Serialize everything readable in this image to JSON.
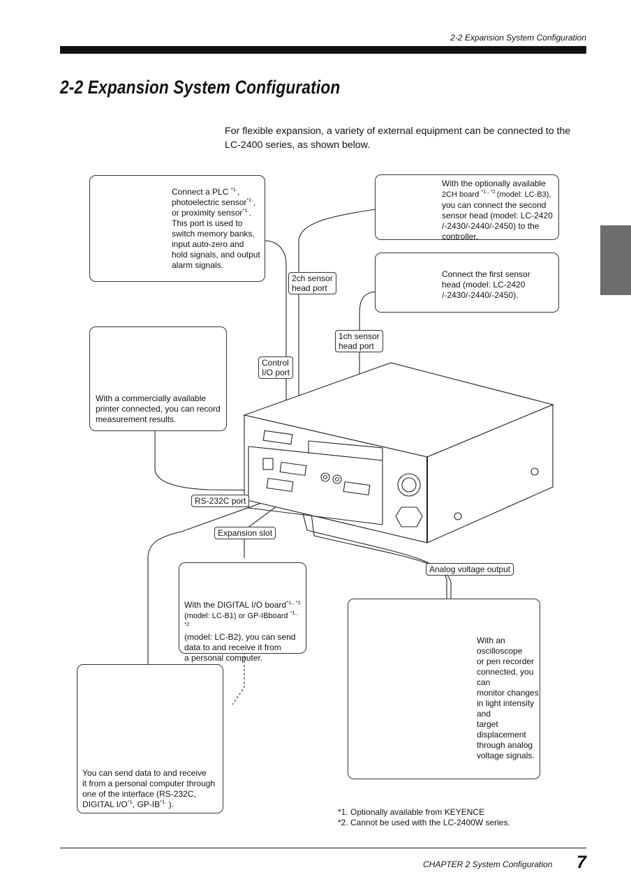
{
  "header": {
    "running_title": "2-2  Expansion System Configuration",
    "page_title": "2-2   Expansion System Configuration"
  },
  "intro": "For flexible expansion, a variety of external equipment can be connected to the LC-2400 series, as shown below.",
  "callouts": {
    "plc": {
      "l1": "Connect a PLC ",
      "s1": "*1.",
      "l1b": ",",
      "l2": "photoelectric sensor",
      "s2": "*1.",
      "l2b": ",",
      "l3": "or proximity sensor",
      "s3": "*1.",
      "l3b": ".",
      "l4": "This port is used to",
      "l5": "switch memory banks,",
      "l6": "input auto-zero and",
      "l7": "hold signals, and output",
      "l8": "alarm signals."
    },
    "sensor2": {
      "l1": "With the optionally available",
      "l2": "2CH board ",
      "s2": "*1., *2.",
      "l2b": "(model: LC-B3),",
      "l3": "you can connect the second",
      "l4": "sensor head  (model: LC-2420",
      "l5": "/-2430/-2440/-2450) to the",
      "l6": "controller."
    },
    "sensor1": {
      "l1": "Connect the first sensor",
      "l2": "head  (model: LC-2420",
      "l3": "/-2430/-2440/-2450)."
    },
    "printer": {
      "l1": "With a commercially available",
      "l2": "printer connected, you can record",
      "l3": "measurement results."
    },
    "digital": {
      "l1": "With the DIGITAL I/O board",
      "s1": "*1., *2.",
      "l2": "(model: LC-B1) or GP-IBboard ",
      "s2": "*1., *2.",
      "l3": "(model: LC-B2), you can send",
      "l4": "data to and receive it from",
      "l5": "a personal computer."
    },
    "oscillo": {
      "l1": "With an oscilloscope",
      "l2": "or pen recorder",
      "l3": "connected, you can",
      "l4": "monitor changes",
      "l5": "in light intensity and",
      "l6": "target displacement",
      "l7": "through analog",
      "l8": "voltage signals."
    },
    "pc": {
      "l1": "You can send data to and receive",
      "l2": "it from a personal computer through",
      "l3": "one of the interface (RS-232C,",
      "l4": "DIGITAL I/O",
      "s4": "*1",
      "l4b": ", GP-IB",
      "s4b": "*1.",
      "l4c": " )."
    }
  },
  "port_labels": {
    "head2_l1": "2ch sensor",
    "head2_l2": "head port",
    "head1_l1": "1ch sensor",
    "head1_l2": "head port",
    "control_l1": "Control",
    "control_l2": "I/O port",
    "rs232c": "RS-232C port",
    "expansion": "Expansion slot",
    "analog": "Analog voltage output"
  },
  "footnotes": {
    "n1": "*1. Optionally available from KEYENCE",
    "n2": "*2. Cannot be used with the LC-2400W series."
  },
  "footer": {
    "chapter": "CHAPTER 2  System Configuration",
    "page_number": "7"
  },
  "colors": {
    "ink": "#111111",
    "tab_gray": "#6d6d6d",
    "paper": "#ffffff"
  }
}
